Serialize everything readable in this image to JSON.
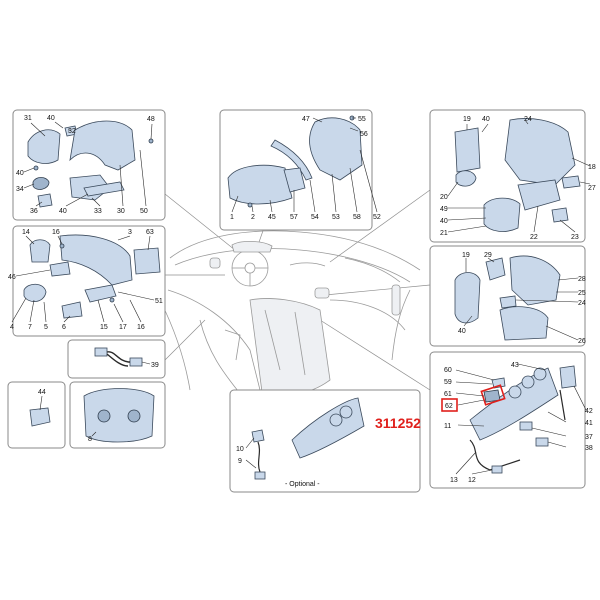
{
  "diagram": {
    "reference_number": "311252",
    "optional_label": "- Optional -",
    "highlight_color": "#e0201c",
    "part_color": "#c9d8ea"
  },
  "labels": [
    {
      "id": "p1-31",
      "text": "31"
    },
    {
      "id": "p1-40a",
      "text": "40"
    },
    {
      "id": "p1-32",
      "text": "32"
    },
    {
      "id": "p1-48",
      "text": "48"
    },
    {
      "id": "p1-40b",
      "text": "40"
    },
    {
      "id": "p1-34",
      "text": "34"
    },
    {
      "id": "p1-36",
      "text": "36"
    },
    {
      "id": "p1-40c",
      "text": "40"
    },
    {
      "id": "p1-33",
      "text": "33"
    },
    {
      "id": "p1-30",
      "text": "30"
    },
    {
      "id": "p1-50",
      "text": "50"
    },
    {
      "id": "p2-47",
      "text": "47"
    },
    {
      "id": "p2-55",
      "text": "55"
    },
    {
      "id": "p2-56",
      "text": "56"
    },
    {
      "id": "p2-1",
      "text": "1"
    },
    {
      "id": "p2-2",
      "text": "2"
    },
    {
      "id": "p2-45",
      "text": "45"
    },
    {
      "id": "p2-57",
      "text": "57"
    },
    {
      "id": "p2-54",
      "text": "54"
    },
    {
      "id": "p2-53",
      "text": "53"
    },
    {
      "id": "p2-58",
      "text": "58"
    },
    {
      "id": "p2-52",
      "text": "52"
    },
    {
      "id": "p3-19",
      "text": "19"
    },
    {
      "id": "p3-40a",
      "text": "40"
    },
    {
      "id": "p3-24",
      "text": "24"
    },
    {
      "id": "p3-18",
      "text": "18"
    },
    {
      "id": "p3-27",
      "text": "27"
    },
    {
      "id": "p3-20",
      "text": "20"
    },
    {
      "id": "p3-49",
      "text": "49"
    },
    {
      "id": "p3-40b",
      "text": "40"
    },
    {
      "id": "p3-21",
      "text": "21"
    },
    {
      "id": "p3-22",
      "text": "22"
    },
    {
      "id": "p3-23",
      "text": "23"
    },
    {
      "id": "p4-14",
      "text": "14"
    },
    {
      "id": "p4-16a",
      "text": "16"
    },
    {
      "id": "p4-3",
      "text": "3"
    },
    {
      "id": "p4-63",
      "text": "63"
    },
    {
      "id": "p4-46",
      "text": "46"
    },
    {
      "id": "p4-51",
      "text": "51"
    },
    {
      "id": "p4-4",
      "text": "4"
    },
    {
      "id": "p4-7",
      "text": "7"
    },
    {
      "id": "p4-5",
      "text": "5"
    },
    {
      "id": "p4-6",
      "text": "6"
    },
    {
      "id": "p4-15",
      "text": "15"
    },
    {
      "id": "p4-17",
      "text": "17"
    },
    {
      "id": "p4-16b",
      "text": "16"
    },
    {
      "id": "p5-19",
      "text": "19"
    },
    {
      "id": "p5-29",
      "text": "29"
    },
    {
      "id": "p5-28",
      "text": "28"
    },
    {
      "id": "p5-25",
      "text": "25"
    },
    {
      "id": "p5-24",
      "text": "24"
    },
    {
      "id": "p5-40",
      "text": "40"
    },
    {
      "id": "p5-26",
      "text": "26"
    },
    {
      "id": "p6-39",
      "text": "39"
    },
    {
      "id": "p7-44",
      "text": "44"
    },
    {
      "id": "p8-8",
      "text": "8"
    },
    {
      "id": "p9-10",
      "text": "10"
    },
    {
      "id": "p9-9",
      "text": "9"
    },
    {
      "id": "p10-60",
      "text": "60"
    },
    {
      "id": "p10-43",
      "text": "43"
    },
    {
      "id": "p10-59",
      "text": "59"
    },
    {
      "id": "p10-61",
      "text": "61"
    },
    {
      "id": "p10-62",
      "text": "62"
    },
    {
      "id": "p10-42",
      "text": "42"
    },
    {
      "id": "p10-11",
      "text": "11"
    },
    {
      "id": "p10-41",
      "text": "41"
    },
    {
      "id": "p10-37",
      "text": "37"
    },
    {
      "id": "p10-38",
      "text": "38"
    },
    {
      "id": "p10-13",
      "text": "13"
    },
    {
      "id": "p10-12",
      "text": "12"
    }
  ]
}
